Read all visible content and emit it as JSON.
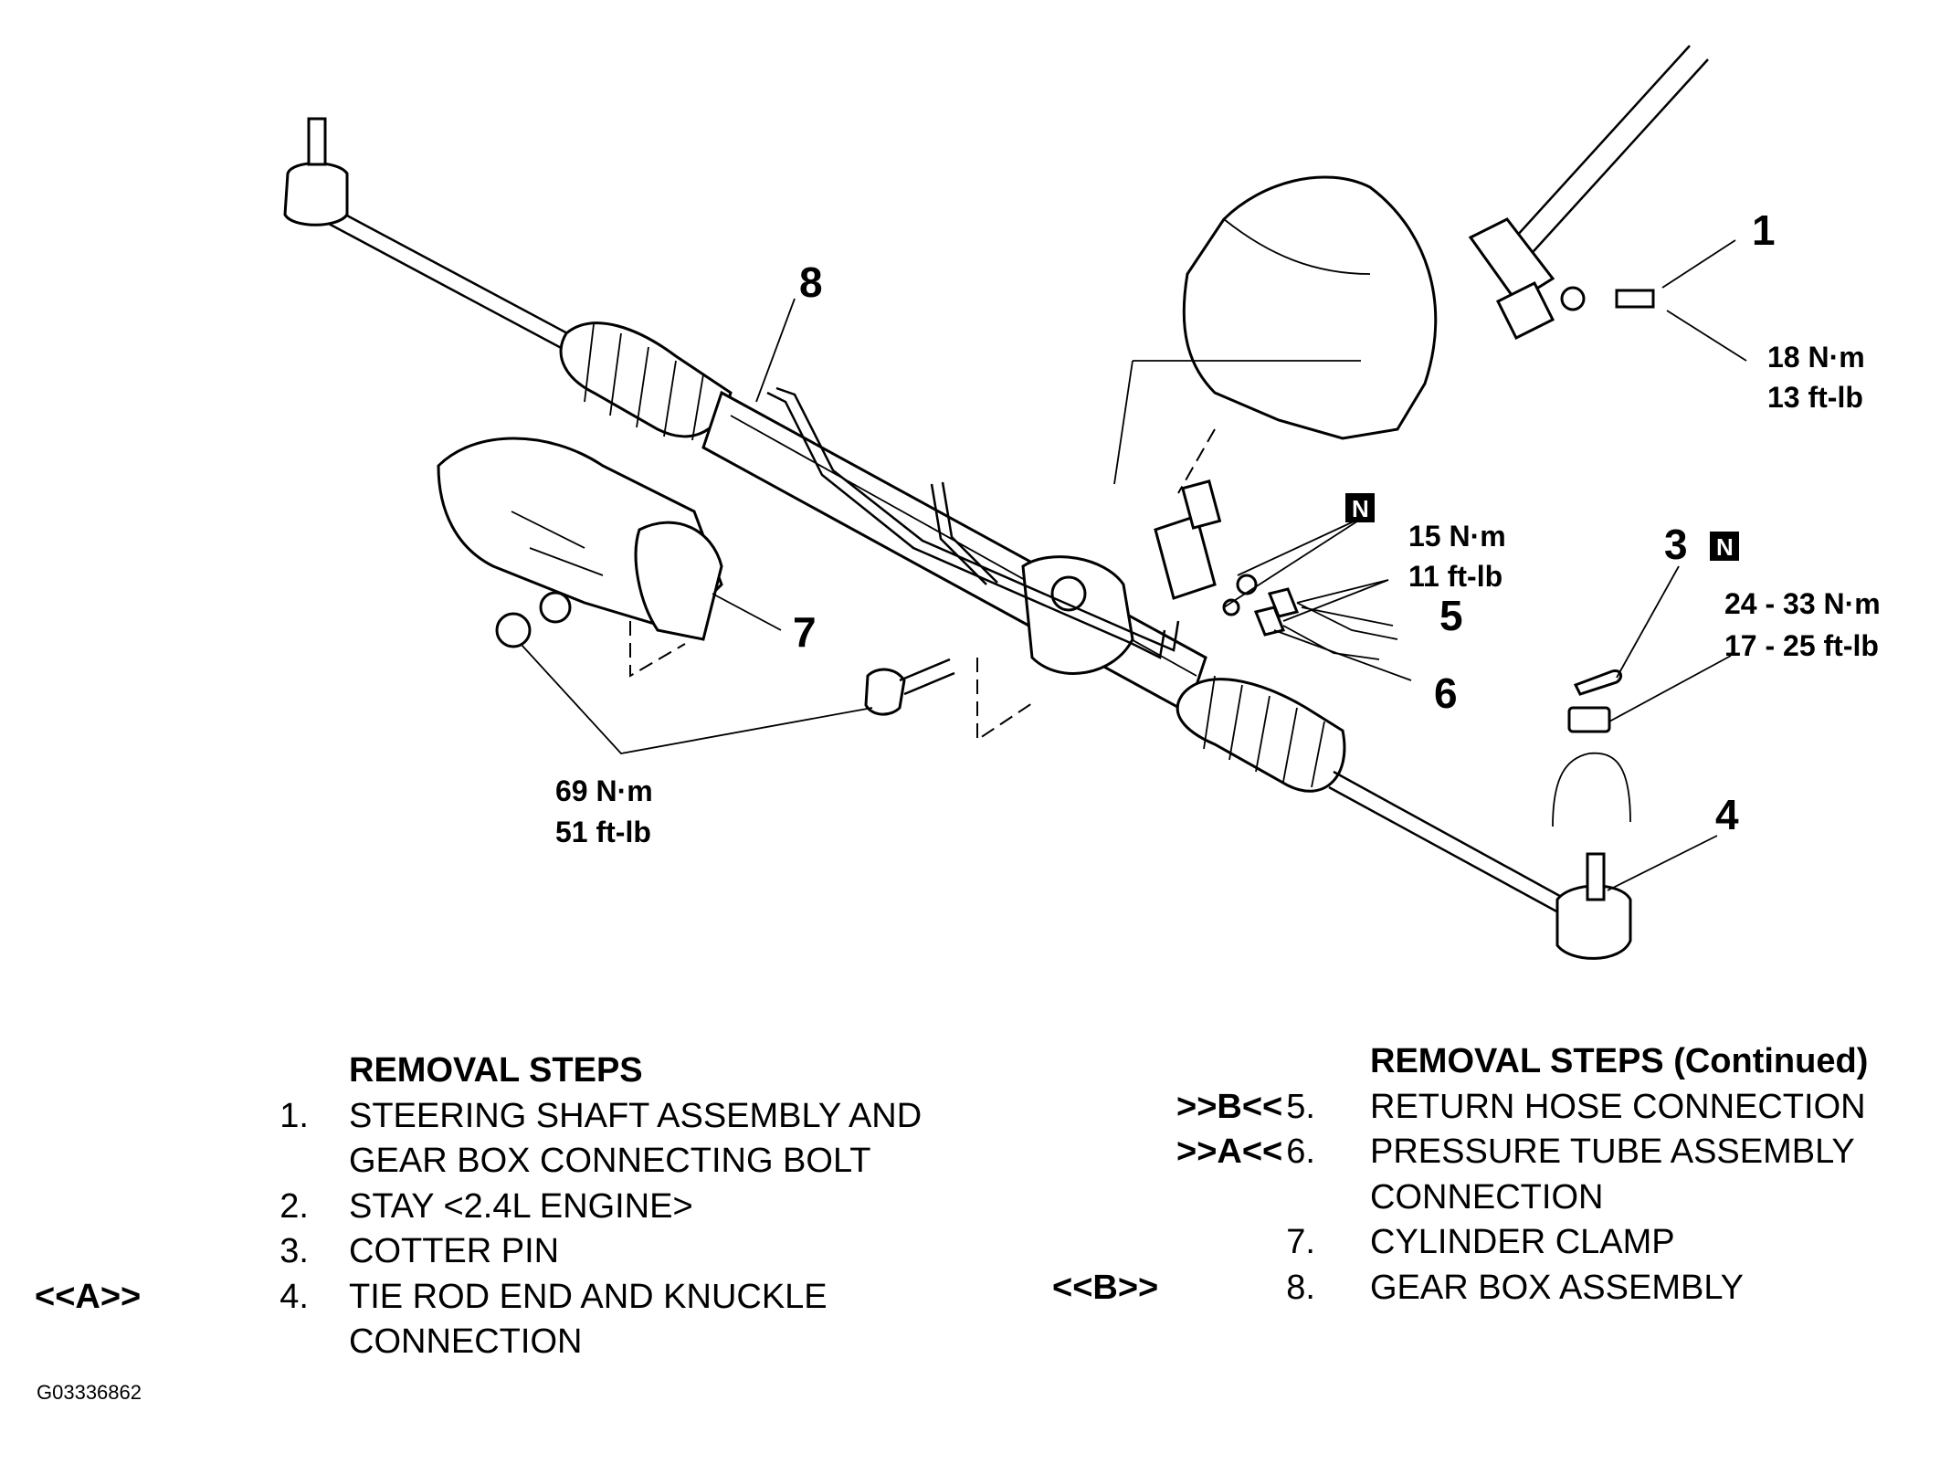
{
  "callouts": {
    "c1": "1",
    "c3": "3",
    "c4": "4",
    "c5": "5",
    "c6": "6",
    "c7": "7",
    "c8": "8",
    "n1": "N",
    "n2": "N"
  },
  "torques": {
    "t1_nm": "18 N·m",
    "t1_ftlb": "13 ft-lb",
    "t2_nm": "15 N·m",
    "t2_ftlb": "11 ft-lb",
    "t3_nm": "24 - 33 N·m",
    "t3_ftlb": "17 - 25 ft-lb",
    "t4_nm": "69 N·m",
    "t4_ftlb": "51 ft-lb"
  },
  "steps_left": {
    "heading": "REMOVAL STEPS",
    "items": [
      {
        "mark": "",
        "num": "1.",
        "lines": [
          "STEERING SHAFT ASSEMBLY AND",
          "GEAR BOX CONNECTING BOLT"
        ]
      },
      {
        "mark": "",
        "num": "2.",
        "lines": [
          "STAY <2.4L ENGINE>"
        ]
      },
      {
        "mark": "",
        "num": "3.",
        "lines": [
          "COTTER PIN"
        ]
      },
      {
        "mark": "<<A>>",
        "num": "4.",
        "lines": [
          "TIE ROD END AND KNUCKLE",
          "CONNECTION"
        ]
      }
    ]
  },
  "steps_right": {
    "heading": "REMOVAL STEPS (Continued)",
    "items": [
      {
        "mark": ">>B<<",
        "num": "5.",
        "lines": [
          "RETURN HOSE CONNECTION"
        ]
      },
      {
        "mark": ">>A<<",
        "num": "6.",
        "lines": [
          "PRESSURE TUBE ASSEMBLY",
          "CONNECTION"
        ]
      },
      {
        "mark": "",
        "num": "7.",
        "lines": [
          "CYLINDER CLAMP"
        ]
      },
      {
        "mark": "<<B>>",
        "num": "8.",
        "lines": [
          "GEAR BOX ASSEMBLY"
        ]
      }
    ]
  },
  "figure_id": "G03336862"
}
